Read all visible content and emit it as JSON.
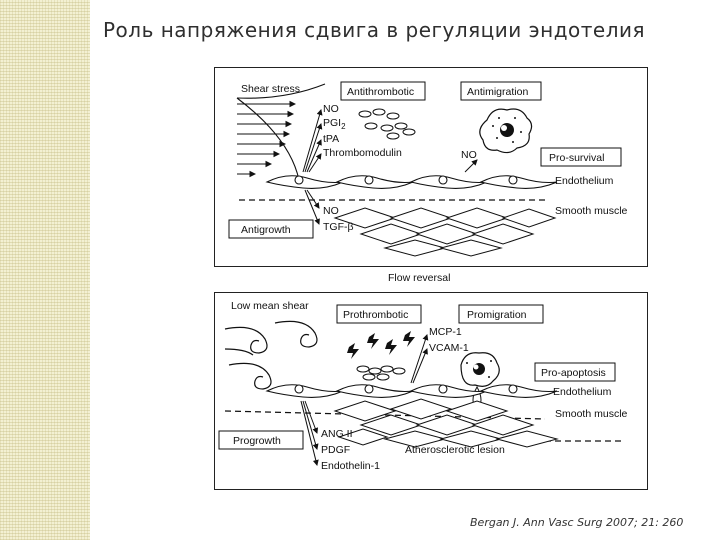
{
  "title": "Роль напряжения сдвига в регуляции эндотелия",
  "top_panel": {
    "shear_label": "Shear stress",
    "box_antithrombotic": "Antithrombotic",
    "box_antimigration": "Antimigration",
    "box_prosurvival": "Pro-survival",
    "box_antigrowth": "Antigrowth",
    "factors_left": [
      "NO",
      "PGI",
      "tPA",
      "Thrombomodulin"
    ],
    "pgi_subscript": "2",
    "no_right": "NO",
    "endothelium": "Endothelium",
    "smooth_muscle": "Smooth muscle",
    "growth_factors": [
      "NO",
      "TGF-β"
    ]
  },
  "flow_label": "Flow reversal",
  "bottom_panel": {
    "shear_label": "Low mean shear",
    "box_prothrombotic": "Prothrombotic",
    "box_promigration": "Promigration",
    "box_proapoptosis": "Pro-apoptosis",
    "box_progrowth": "Progrowth",
    "chemokines": [
      "MCP-1",
      "VCAM-1"
    ],
    "endothelium": "Endothelium",
    "smooth_muscle": "Smooth muscle",
    "lesion": "Atherosclerotic lesion",
    "growth_factors": [
      "ANG II",
      "PDGF",
      "Endothelin-1"
    ]
  },
  "citation": "Bergan J.   Ann Vasc Surg  2007; 21: 260"
}
